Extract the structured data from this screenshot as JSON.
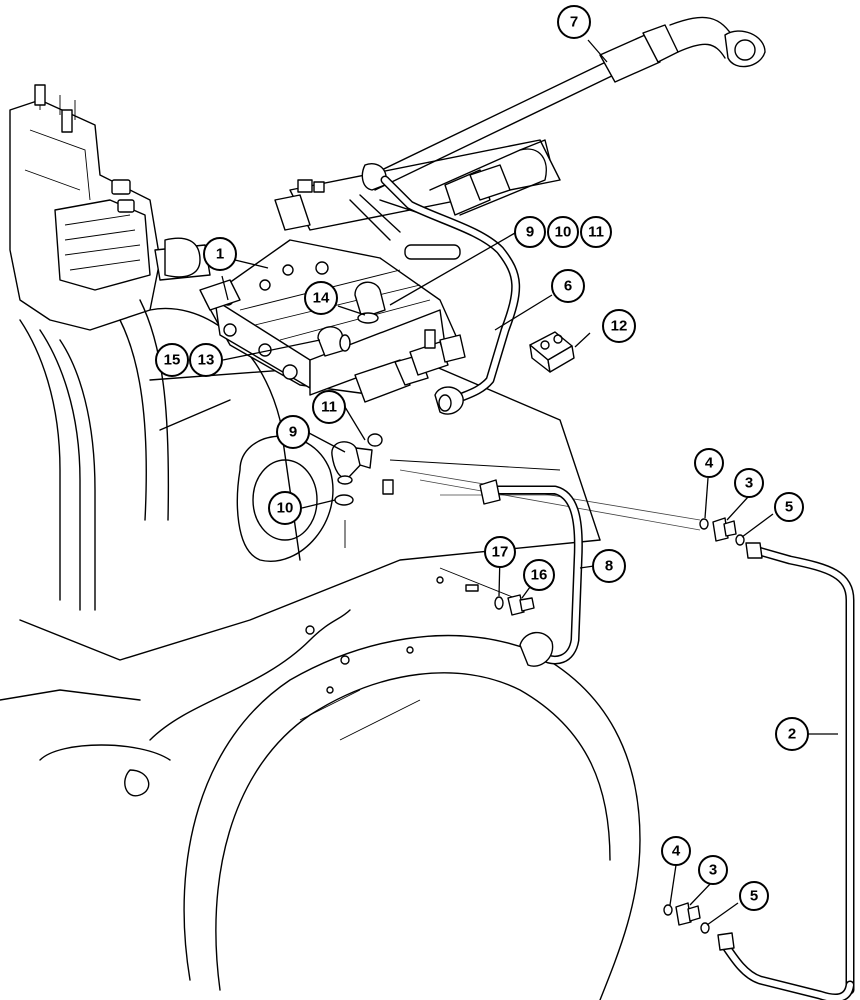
{
  "callouts": [
    {
      "id": "c1",
      "label": "1"
    },
    {
      "id": "c2",
      "label": "2"
    },
    {
      "id": "c3a",
      "label": "3"
    },
    {
      "id": "c3b",
      "label": "3"
    },
    {
      "id": "c4a",
      "label": "4"
    },
    {
      "id": "c4b",
      "label": "4"
    },
    {
      "id": "c5a",
      "label": "5"
    },
    {
      "id": "c5b",
      "label": "5"
    },
    {
      "id": "c6",
      "label": "6"
    },
    {
      "id": "c7",
      "label": "7"
    },
    {
      "id": "c8",
      "label": "8"
    },
    {
      "id": "c9a",
      "label": "9"
    },
    {
      "id": "c9b",
      "label": "9"
    },
    {
      "id": "c10a",
      "label": "10"
    },
    {
      "id": "c10b",
      "label": "10"
    },
    {
      "id": "c11a",
      "label": "11"
    },
    {
      "id": "c11b",
      "label": "11"
    },
    {
      "id": "c12",
      "label": "12"
    },
    {
      "id": "c13",
      "label": "13"
    },
    {
      "id": "c14",
      "label": "14"
    },
    {
      "id": "c15",
      "label": "15"
    },
    {
      "id": "c16",
      "label": "16"
    },
    {
      "id": "c17",
      "label": "17"
    }
  ]
}
